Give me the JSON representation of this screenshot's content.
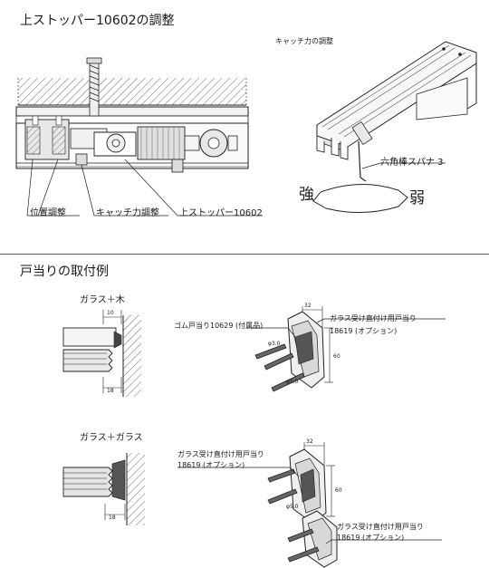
{
  "section1": {
    "title": "上ストッパー10602の調整",
    "catch_title": "キャッチ力の調整",
    "labels": {
      "position": "位置調整",
      "catch": "キャッチ力調整",
      "stopper": "上ストッパー10602",
      "wrench": "六角棒スパナ 3",
      "strong": "強",
      "weak": "弱"
    }
  },
  "section2": {
    "title": "戸当りの取付例",
    "example1": {
      "title": "ガラス＋木",
      "rubber": "ゴム戸当り10629 (付属品)",
      "part": "ガラス受け直付け用戸当り",
      "part_no": "18619 (オプション)",
      "screw_a": "φ3.0",
      "screw_b": "φ5.0",
      "dim_top": "10",
      "dim_bottom": "18",
      "dim_w": "32",
      "dim_h": "60"
    },
    "example2": {
      "title": "ガラス＋ガラス",
      "part": "ガラス受け直付け用戸当り",
      "part_no": "18619 (オプション)",
      "part_b": "ガラス受け直付け用戸当り",
      "part_b_no": "18619 (オプション)",
      "screw": "φ5.0",
      "dim_bottom": "18",
      "dim_w": "32",
      "dim_h": "60"
    }
  }
}
